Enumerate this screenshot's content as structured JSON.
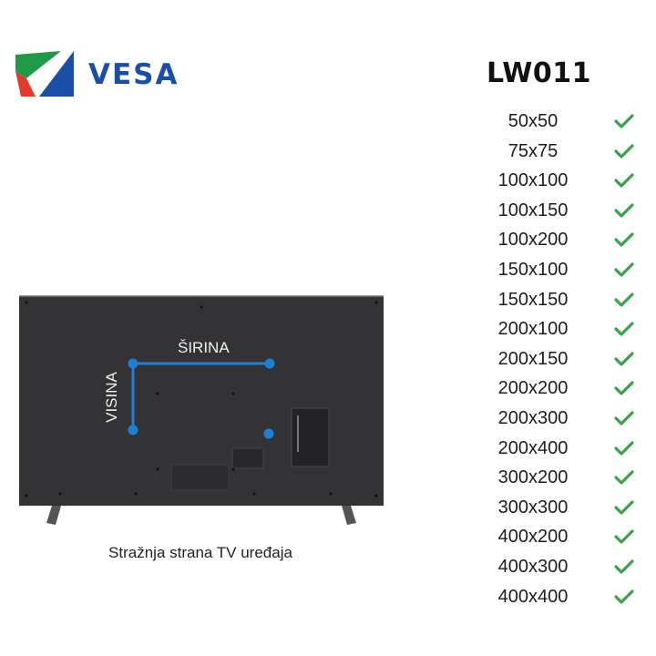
{
  "logo": {
    "text": "VESA",
    "colors": {
      "green": "#1e9a48",
      "red": "#e23b2e",
      "blue": "#1a4fa8"
    }
  },
  "model": "LW011",
  "compat": {
    "check_color": "#3aa34a",
    "items": [
      {
        "size": "50x50",
        "supported": true
      },
      {
        "size": "75x75",
        "supported": true
      },
      {
        "size": "100x100",
        "supported": true
      },
      {
        "size": "100x150",
        "supported": true
      },
      {
        "size": "100x200",
        "supported": true
      },
      {
        "size": "150x100",
        "supported": true
      },
      {
        "size": "150x150",
        "supported": true
      },
      {
        "size": "200x100",
        "supported": true
      },
      {
        "size": "200x150",
        "supported": true
      },
      {
        "size": "200x200",
        "supported": true
      },
      {
        "size": "200x300",
        "supported": true
      },
      {
        "size": "200x400",
        "supported": true
      },
      {
        "size": "300x200",
        "supported": true
      },
      {
        "size": "300x300",
        "supported": true
      },
      {
        "size": "400x200",
        "supported": true
      },
      {
        "size": "400x300",
        "supported": true
      },
      {
        "size": "400x400",
        "supported": true
      }
    ]
  },
  "tv": {
    "width_label": "ŠIRINA",
    "height_label": "VISINA",
    "marker_color": "#1e7fd6"
  },
  "caption": "Stražnja strana TV uređaja"
}
